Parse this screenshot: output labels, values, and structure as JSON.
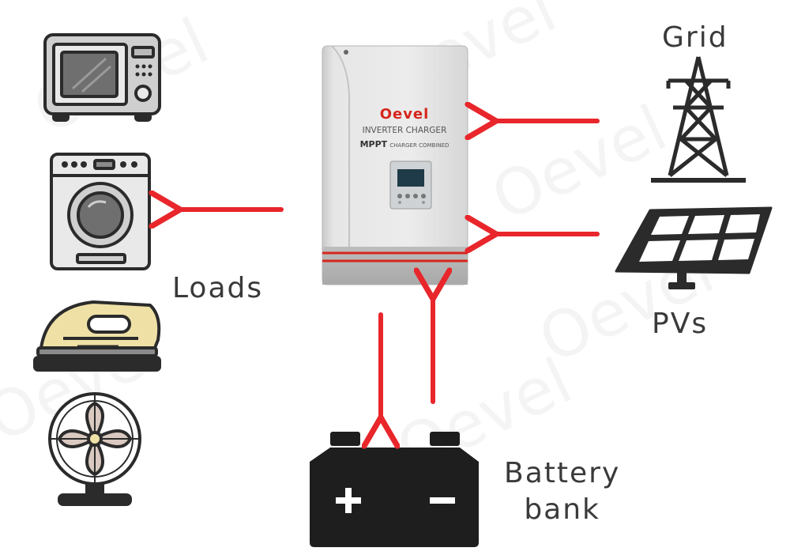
{
  "labels": {
    "grid": "Grid",
    "pvs": "PVs",
    "loads": "Loads",
    "battery_line1": "Battery",
    "battery_line2": "bank"
  },
  "inverter": {
    "brand": "Oevel",
    "line1": "INVERTER CHARGER",
    "line2_bold": "MPPT",
    "line2_rest": "CHARGER COMBINED"
  },
  "watermark": "Oevel",
  "colors": {
    "arrow": "#e8262b",
    "icon_dark": "#2b2b2b",
    "inverter_body": "#e3e3e3",
    "brand_red": "#d6261c",
    "iron_yellow": "#efe1a6"
  },
  "icons": [
    "microwave-icon",
    "washing-machine-icon",
    "iron-icon",
    "fan-icon",
    "power-tower-icon",
    "solar-panel-icon",
    "battery-icon",
    "inverter-device"
  ]
}
